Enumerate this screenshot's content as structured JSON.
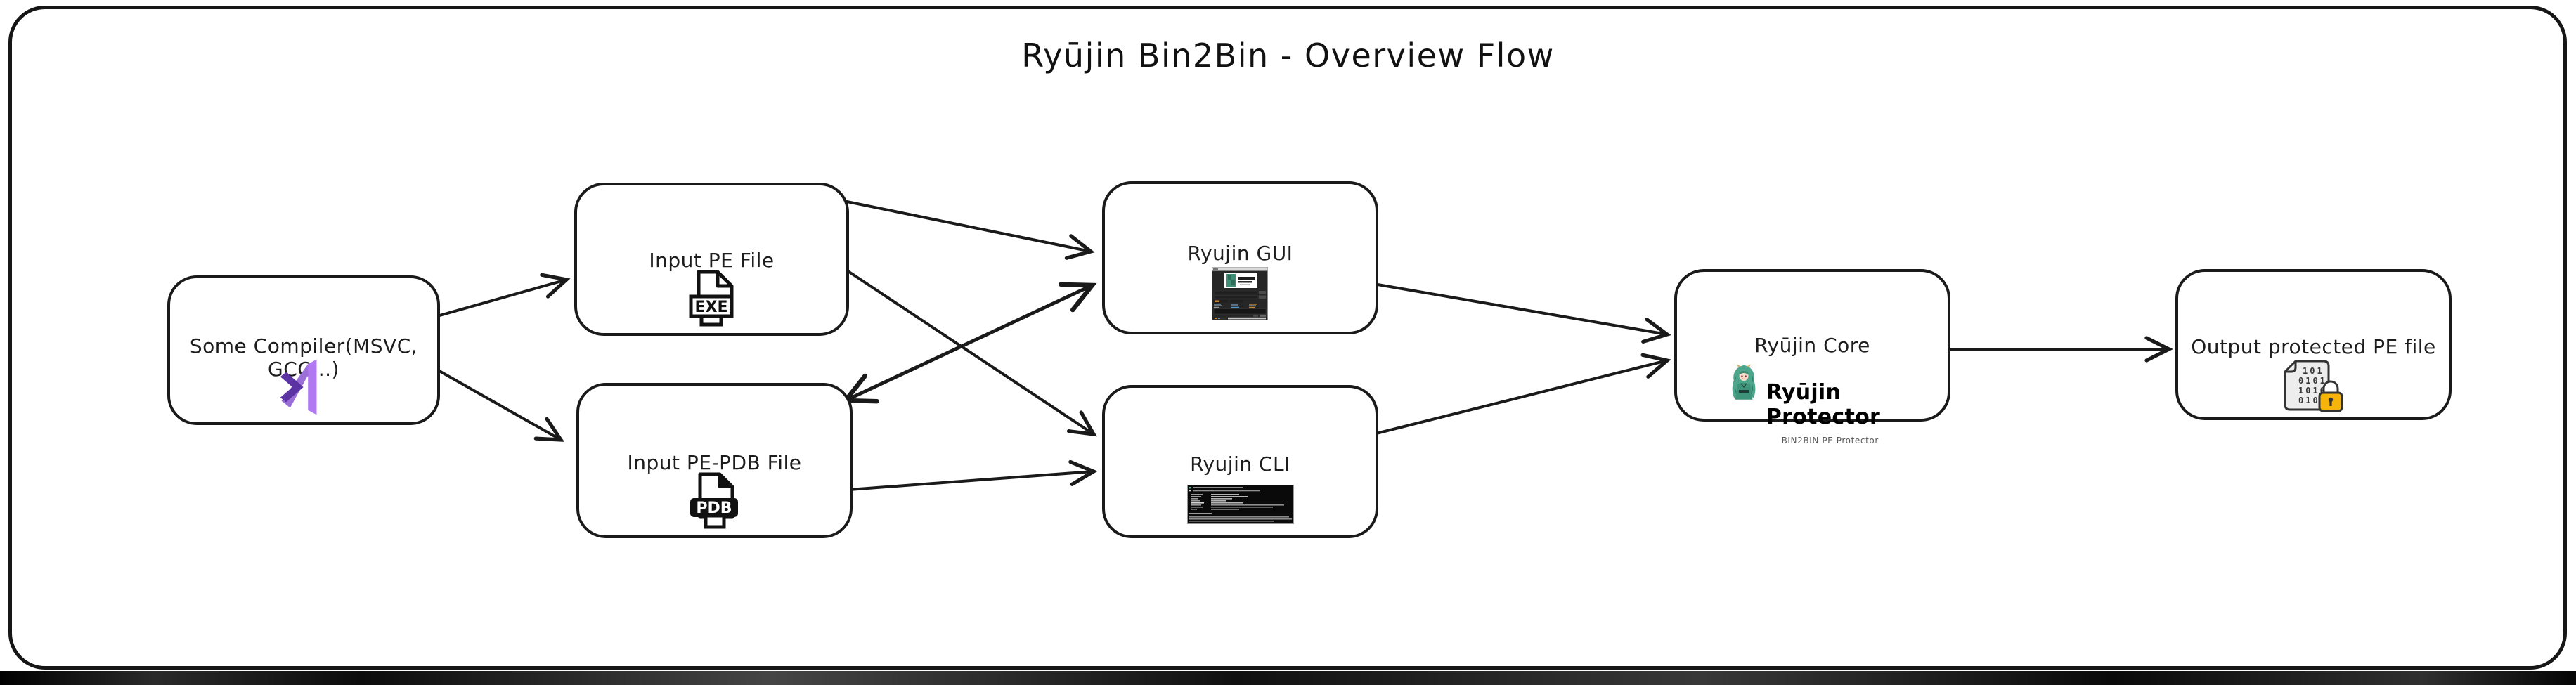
{
  "title": "Ryūjin Bin2Bin - Overview Flow",
  "nodes": {
    "compiler": {
      "label": "Some Compiler(MSVC, GCC...)",
      "icon": "visual-studio-logo"
    },
    "pe_file": {
      "label": "Input PE File",
      "icon": "exe-file-icon",
      "badge": "EXE"
    },
    "pdb_file": {
      "label": "Input PE-PDB File",
      "icon": "pdb-file-icon",
      "badge": "PDB"
    },
    "gui": {
      "label": "Ryujin GUI",
      "icon": "gui-window-thumbnail"
    },
    "cli": {
      "label": "Ryujin CLI",
      "icon": "terminal-window-thumbnail"
    },
    "core": {
      "label": "Ryūjin Core",
      "icon": "ryujin-mascot-image",
      "product_name": "Ryūjin Protector",
      "product_subtitle": "BIN2BIN PE Protector"
    },
    "output": {
      "label": "Output protected PE file",
      "icon": "binary-file-lock-icon",
      "binary_rows": [
        "101",
        "0101",
        "1010",
        "0101"
      ]
    }
  },
  "edges": [
    {
      "from": "compiler",
      "to": "pe_file"
    },
    {
      "from": "compiler",
      "to": "pdb_file"
    },
    {
      "from": "pe_file",
      "to": "gui"
    },
    {
      "from": "pe_file",
      "to": "cli"
    },
    {
      "from": "pdb_file",
      "to": "gui",
      "bidirectional": true
    },
    {
      "from": "pdb_file",
      "to": "cli"
    },
    {
      "from": "gui",
      "to": "core"
    },
    {
      "from": "cli",
      "to": "core"
    },
    {
      "from": "core",
      "to": "output"
    }
  ],
  "colors": {
    "stroke": "#1a1a1a",
    "vs_purple_dark": "#5C33A2",
    "vs_purple_mid": "#9B6FD8",
    "vs_purple_light": "#B179F1",
    "lock_yellow": "#F6B40A",
    "mascot_teal": "#4DA58C"
  }
}
